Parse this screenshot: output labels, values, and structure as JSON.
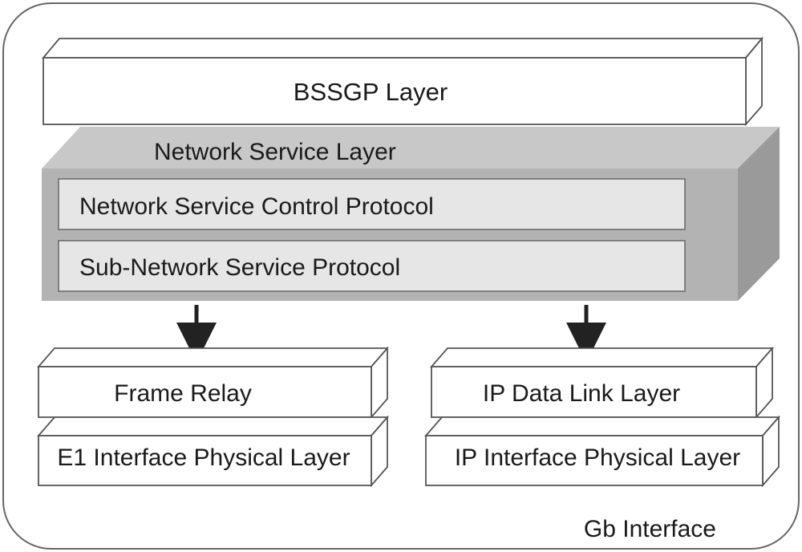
{
  "diagram": {
    "bssgp_label": "BSSGP Layer",
    "network_service_label": "Network Service Layer",
    "nscp_label": "Network Service Control Protocol",
    "snsp_label": "Sub-Network Service Protocol",
    "frame_relay_label": "Frame Relay",
    "e1_label": "E1 Interface Physical Layer",
    "ip_data_link_label": "IP Data Link Layer",
    "ip_physical_label": "IP Interface Physical Layer",
    "caption": "Gb Interface"
  },
  "colors": {
    "outline": "#555555",
    "box_fill": "#ffffff",
    "network_layer_fill": "#b3b3b3",
    "network_layer_top": "#c8c8c8",
    "network_layer_side": "#9a9a9a",
    "inner_box_fill": "#e6e6e6",
    "arrow": "#222222"
  }
}
